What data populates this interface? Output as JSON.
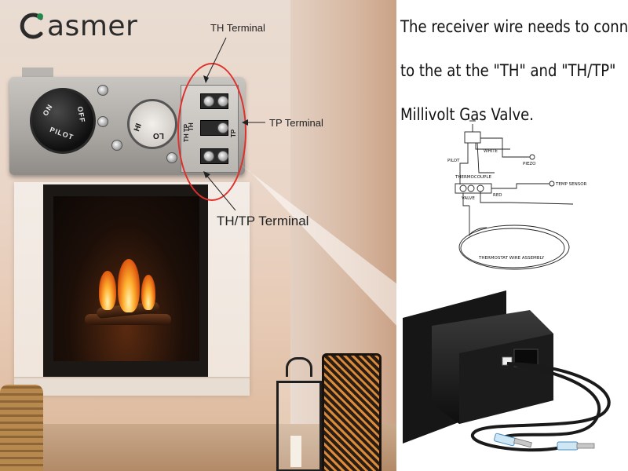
{
  "brand": {
    "logo_text": "asmer",
    "logo_letter": "C",
    "accent_color": "#1f8a4c"
  },
  "instruction": {
    "line1": "The receiver wire needs to connect",
    "line2": "to  the at the \"TH\" and \"TH/TP\"",
    "line3": "Millivolt Gas Valve."
  },
  "callouts": {
    "th_terminal": "TH Terminal",
    "tp_terminal": "TP Terminal",
    "thtp_terminal": "TH/TP Terminal"
  },
  "valve": {
    "knob_text_on": "ON",
    "knob_text_pilot": "PILOT",
    "knob_text_off": "OFF",
    "dial_hi": "HI",
    "dial_lo": "LO",
    "terminal_th": "TH",
    "terminal_thtp": "TH TP",
    "terminal_tp": "TP"
  },
  "diagram": {
    "white": "WHITE",
    "pilot": "PILOT",
    "piezo": "PIEZO",
    "thermocouple": "THERMOCOUPLE",
    "red": "RED",
    "valve": "VALVE",
    "temp_sensor": "TEMP SENSOR",
    "thermostat_wire": "THERMOSTAT WIRE ASSEMBLY"
  },
  "colors": {
    "annotation_red": "#e0302b",
    "text_dark": "#111111"
  }
}
